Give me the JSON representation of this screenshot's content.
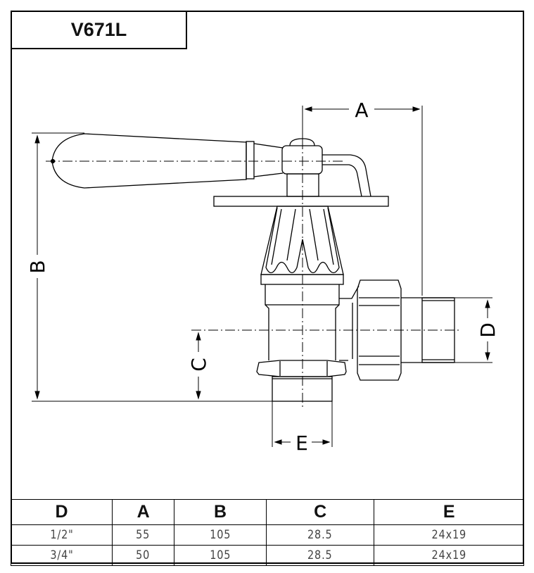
{
  "title": "V671L",
  "drawing": {
    "dimension_labels": {
      "a": "A",
      "b": "B",
      "c": "C",
      "d": "D",
      "e": "E"
    }
  },
  "table": {
    "headers": [
      "D",
      "A",
      "B",
      "C",
      "E"
    ],
    "rows": [
      [
        "1/2\"",
        "55",
        "105",
        "28.5",
        "24x19"
      ],
      [
        "3/4\"",
        "50",
        "105",
        "28.5",
        "24x19"
      ]
    ]
  }
}
